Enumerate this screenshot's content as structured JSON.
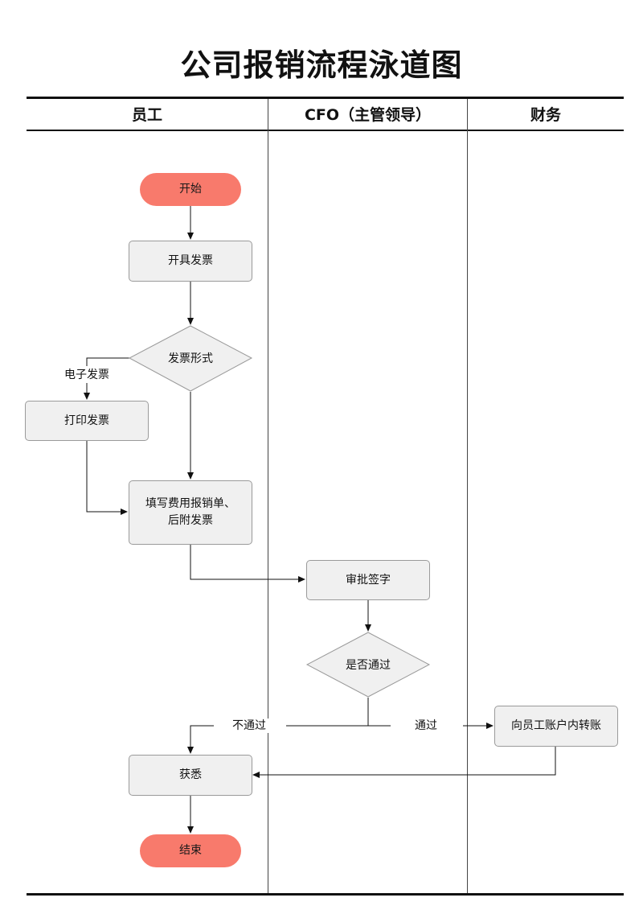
{
  "title": "公司报销流程泳道图",
  "lanes": [
    "员工",
    "CFO（主管领导）",
    "财务"
  ],
  "nodes": {
    "start": "开始",
    "issue_invoice": "开具发票",
    "invoice_form": "发票形式",
    "print_invoice": "打印发票",
    "fill_form_line1": "填写费用报销单、",
    "fill_form_line2": "后附发票",
    "approve_sign": "审批签字",
    "is_approved": "是否通过",
    "transfer": "向员工账户内转账",
    "notified": "获悉",
    "end": "结束"
  },
  "edge_labels": {
    "electronic_invoice": "电子发票",
    "not_approved": "不通过",
    "approved": "通过"
  },
  "colors": {
    "terminal": "#f87a6c",
    "process_fill": "#f0f0f0",
    "process_border": "#9a9a9a"
  }
}
